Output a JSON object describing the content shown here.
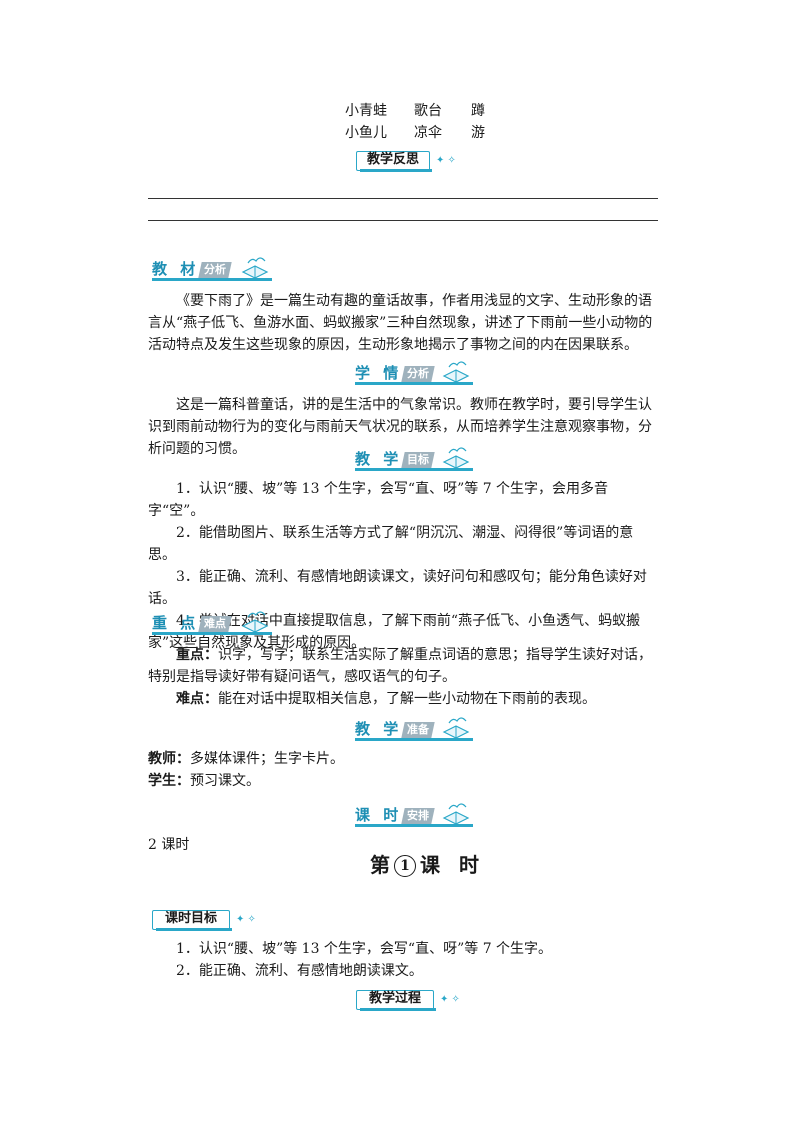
{
  "word_grid": {
    "row1": [
      "小青蛙",
      "歌台",
      "蹲"
    ],
    "row2": [
      "小鱼儿",
      "凉伞",
      "游"
    ]
  },
  "reflection_header": "教学反思",
  "sections": {
    "material": {
      "main": "教 材",
      "tag": "分析",
      "text": "《要下雨了》是一篇生动有趣的童话故事，作者用浅显的文字、生动形象的语言从“燕子低飞、鱼游水面、蚂蚁搬家”三种自然现象，讲述了下雨前一些小动物的活动特点及发生这些现象的原因，生动形象地揭示了事物之间的内在因果联系。"
    },
    "learner": {
      "main": "学 情",
      "tag": "分析",
      "text": "这是一篇科普童话，讲的是生活中的气象常识。教师在教学时，要引导学生认识到雨前动物行为的变化与雨前天气状况的联系，从而培养学生注意观察事物，分析问题的习惯。"
    },
    "goals": {
      "main": "教 学",
      "tag": "目标",
      "items": [
        "1．认识“腰、坡”等 13 个生字，会写“直、呀”等 7 个生字，会用多音字“空”。",
        "2．能借助图片、联系生活等方式了解“阴沉沉、潮湿、闷得很”等词语的意思。",
        "3．能正确、流利、有感情地朗读课文，读好问句和感叹句；能分角色读好对话。",
        "4．尝试在对话中直接提取信息，了解下雨前“燕子低飞、小鱼透气、蚂蚁搬家”这些自然现象及其形成的原因。"
      ]
    },
    "keypoints": {
      "main": "重 点",
      "tag": "难点",
      "key_label": "重点：",
      "key_text": "识字，写字；联系生活实际了解重点词语的意思；指导学生读好对话，特别是指导读好带有疑问语气，感叹语气的句子。",
      "hard_label": "难点：",
      "hard_text": "能在对话中提取相关信息，了解一些小动物在下雨前的表现。"
    },
    "prep": {
      "main": "教 学",
      "tag": "准备",
      "teacher_label": "教师：",
      "teacher_text": "多媒体课件；生字卡片。",
      "student_label": "学生：",
      "student_text": "预习课文。"
    },
    "schedule": {
      "main": "课 时",
      "tag": "安排",
      "text": "2 课时"
    }
  },
  "lesson_title": {
    "pre": "第",
    "num": "1",
    "post": "课 时"
  },
  "lesson_goals_header": "课时目标",
  "lesson_goals": [
    "1．认识“腰、坡”等 13 个生字，会写“直、呀”等 7 个生字。",
    "2．能正确、流利、有感情地朗读课文。"
  ],
  "process_header": "教学过程",
  "colors": {
    "accent": "#2aa7c8",
    "banner_text": "#1e8fb4",
    "tag_bg": "#9fb2bd"
  }
}
